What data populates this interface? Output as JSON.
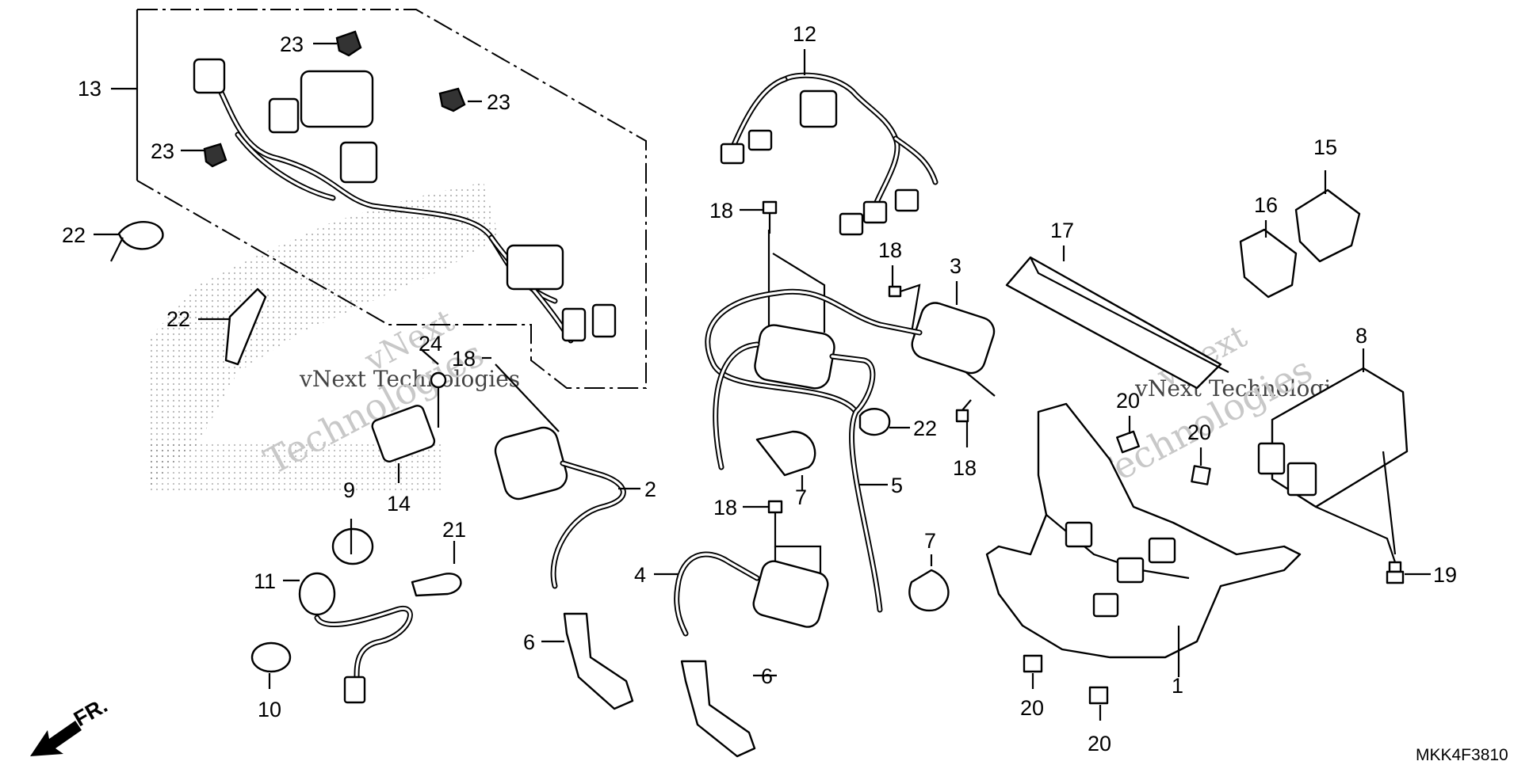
{
  "diagram": {
    "callouts": [
      {
        "id": "c13",
        "text": "13"
      },
      {
        "id": "c23a",
        "text": "23"
      },
      {
        "id": "c23b",
        "text": "23"
      },
      {
        "id": "c23c",
        "text": "23"
      },
      {
        "id": "c22a",
        "text": "22"
      },
      {
        "id": "c22b",
        "text": "22"
      },
      {
        "id": "c24",
        "text": "24"
      },
      {
        "id": "c18a",
        "text": "18"
      },
      {
        "id": "c14",
        "text": "14"
      },
      {
        "id": "c9",
        "text": "9"
      },
      {
        "id": "c21",
        "text": "21"
      },
      {
        "id": "c11",
        "text": "11"
      },
      {
        "id": "c10",
        "text": "10"
      },
      {
        "id": "c2",
        "text": "2"
      },
      {
        "id": "c12",
        "text": "12"
      },
      {
        "id": "c18b",
        "text": "18"
      },
      {
        "id": "c18c",
        "text": "18"
      },
      {
        "id": "c3",
        "text": "3"
      },
      {
        "id": "c18d",
        "text": "18"
      },
      {
        "id": "c22c",
        "text": "22"
      },
      {
        "id": "c7a",
        "text": "7"
      },
      {
        "id": "c5",
        "text": "5"
      },
      {
        "id": "c18e",
        "text": "18"
      },
      {
        "id": "c4",
        "text": "4"
      },
      {
        "id": "c7b",
        "text": "7"
      },
      {
        "id": "c6a",
        "text": "6"
      },
      {
        "id": "c6b",
        "text": "6"
      },
      {
        "id": "c17",
        "text": "17"
      },
      {
        "id": "c16",
        "text": "16"
      },
      {
        "id": "c15",
        "text": "15"
      },
      {
        "id": "c8",
        "text": "8"
      },
      {
        "id": "c20a",
        "text": "20"
      },
      {
        "id": "c20b",
        "text": "20"
      },
      {
        "id": "c19",
        "text": "19"
      },
      {
        "id": "c1",
        "text": "1"
      },
      {
        "id": "c20c",
        "text": "20"
      },
      {
        "id": "c20d",
        "text": "20"
      }
    ],
    "watermarks": [
      {
        "id": "wm1",
        "text": "vNext"
      },
      {
        "id": "wm2",
        "text": "vNext Technologies"
      },
      {
        "id": "wm3",
        "text": "Technologies"
      },
      {
        "id": "wm4",
        "text": "vNext"
      },
      {
        "id": "wm5",
        "text": "vNext Technologies"
      },
      {
        "id": "wm6",
        "text": "Technologies"
      }
    ],
    "front_label": "FR.",
    "diagram_code": "MKK4F3810"
  }
}
